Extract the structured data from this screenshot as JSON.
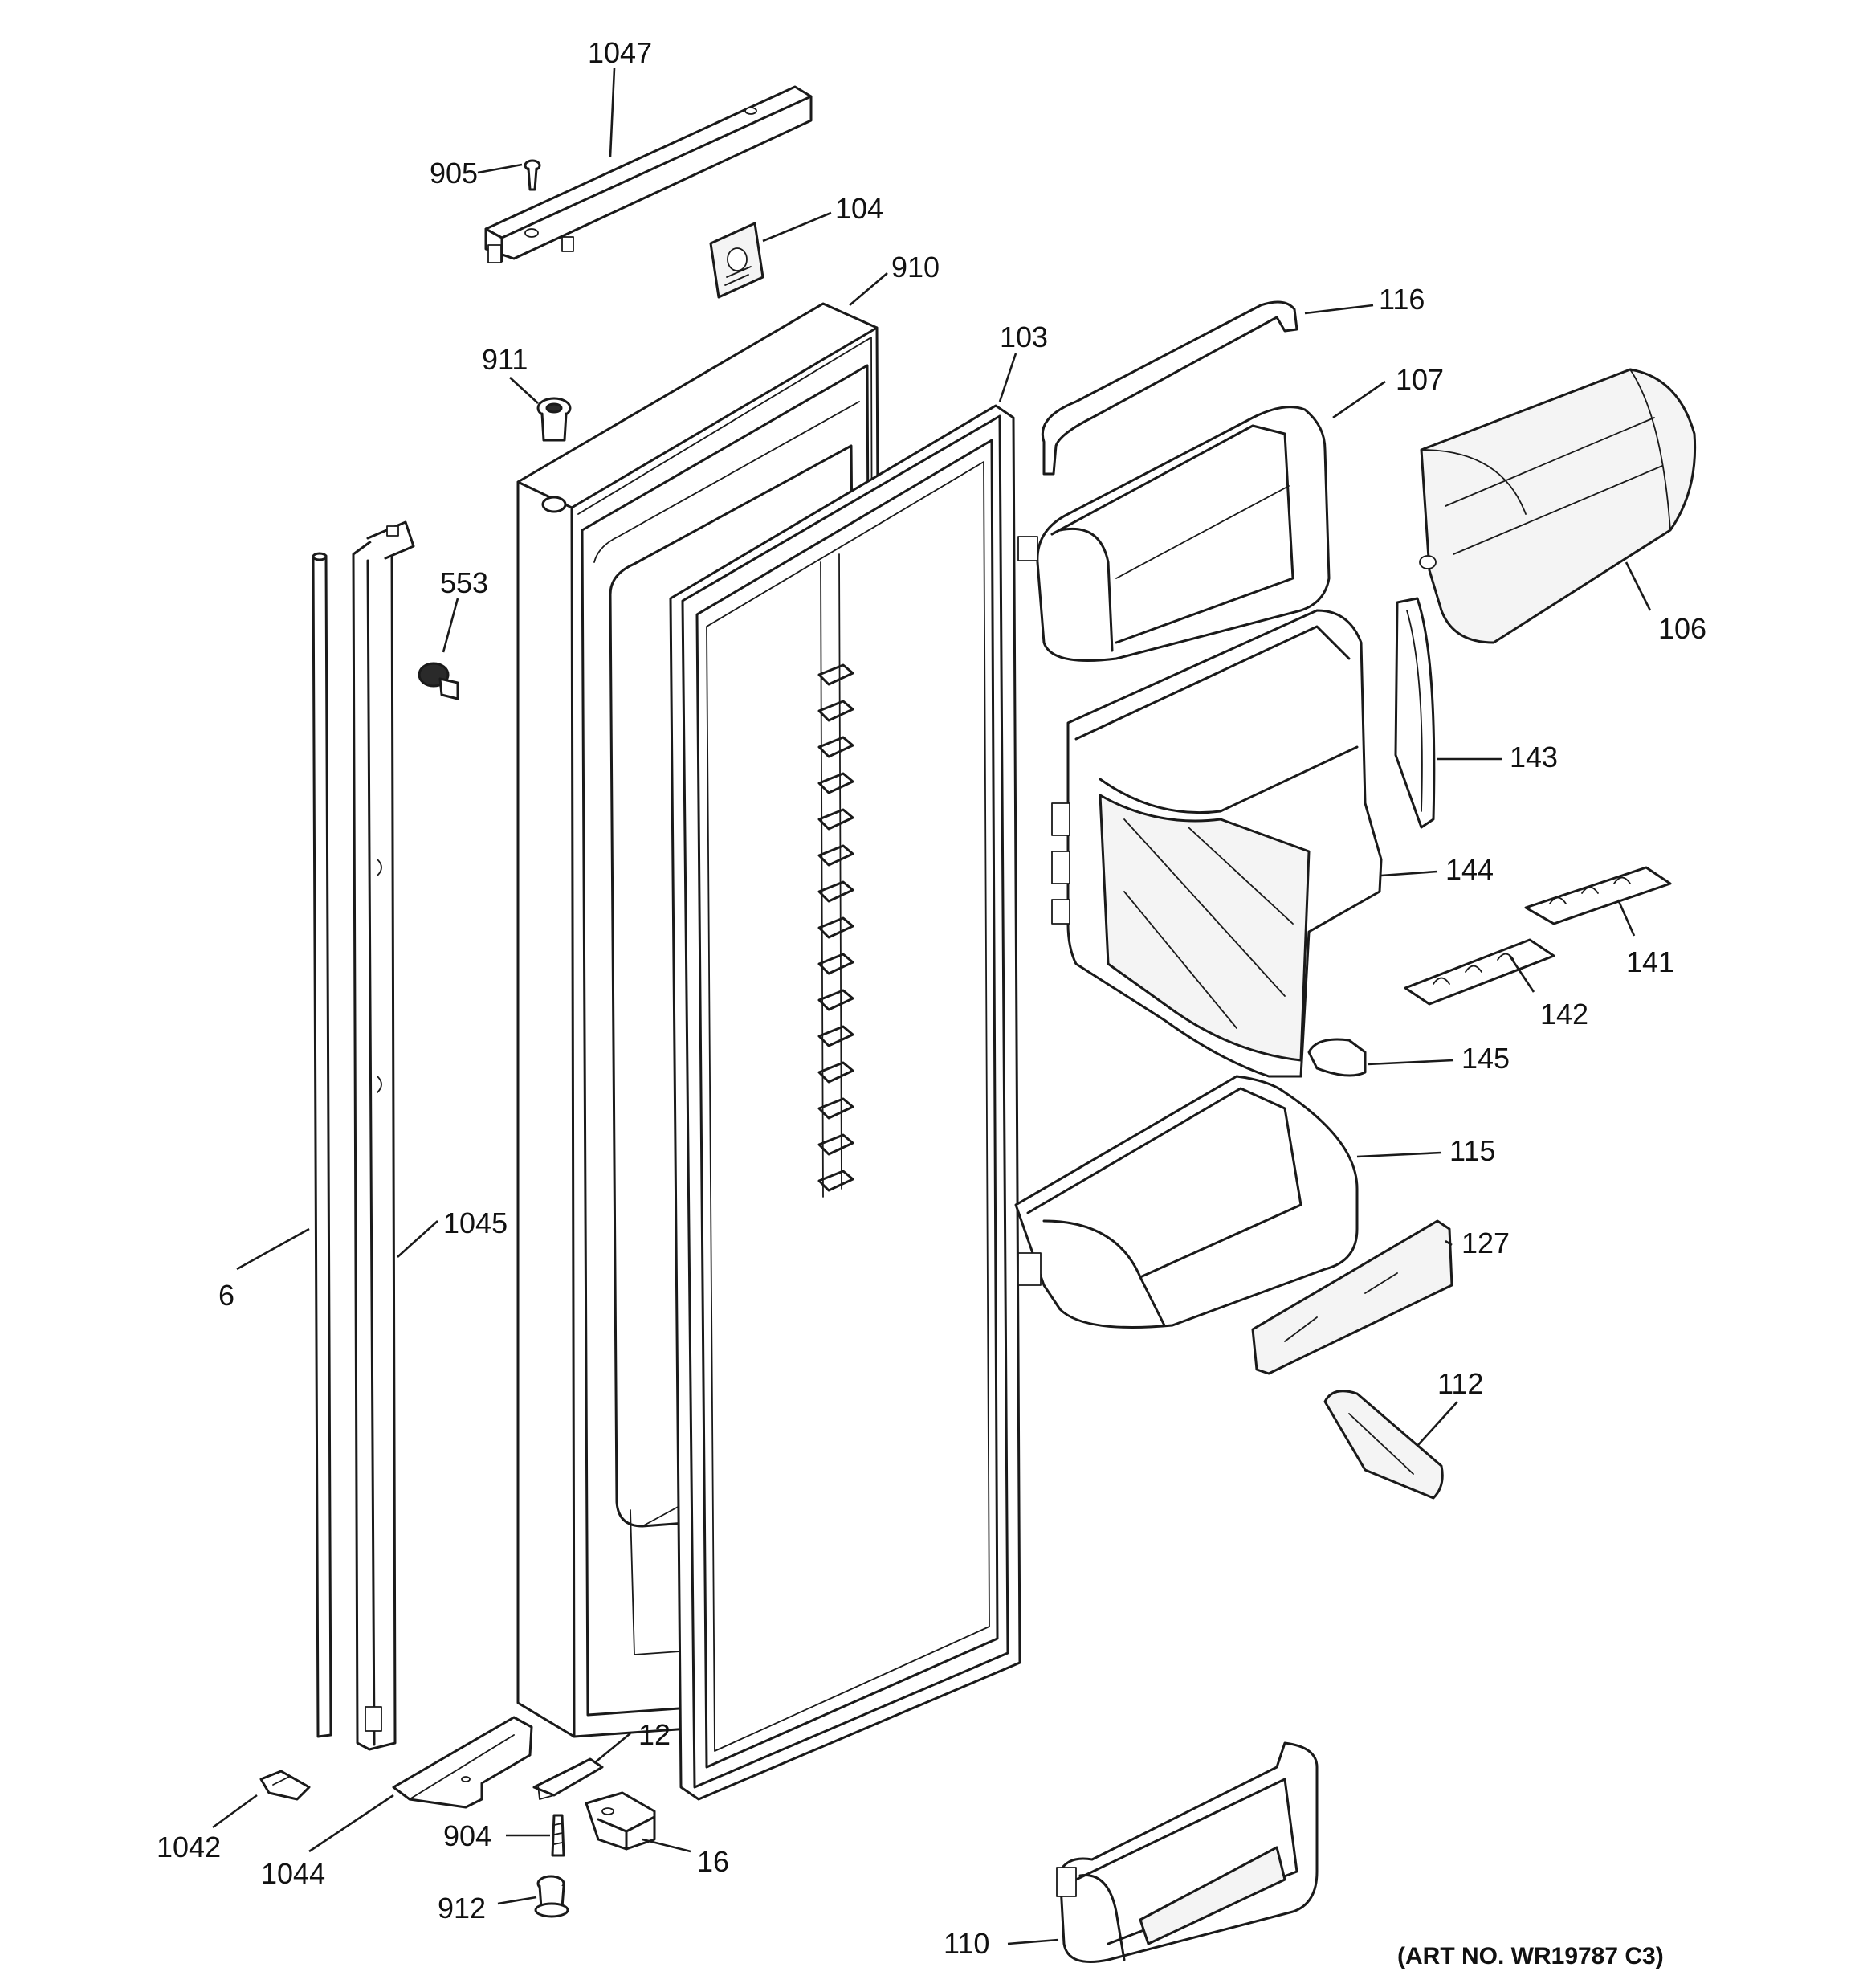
{
  "diagram": {
    "art_number": "(ART NO. WR19787 C3)",
    "callouts": {
      "1047": "1047",
      "905": "905",
      "104": "104",
      "910": "910",
      "911": "911",
      "103": "103",
      "116": "116",
      "107": "107",
      "106": "106",
      "553": "553",
      "143": "143",
      "144": "144",
      "141": "141",
      "142": "142",
      "145": "145",
      "115": "115",
      "127": "127",
      "6": "6",
      "1045": "1045",
      "112": "112",
      "12": "12",
      "1042": "1042",
      "1044": "1044",
      "904": "904",
      "16": "16",
      "912": "912",
      "110": "110"
    }
  }
}
